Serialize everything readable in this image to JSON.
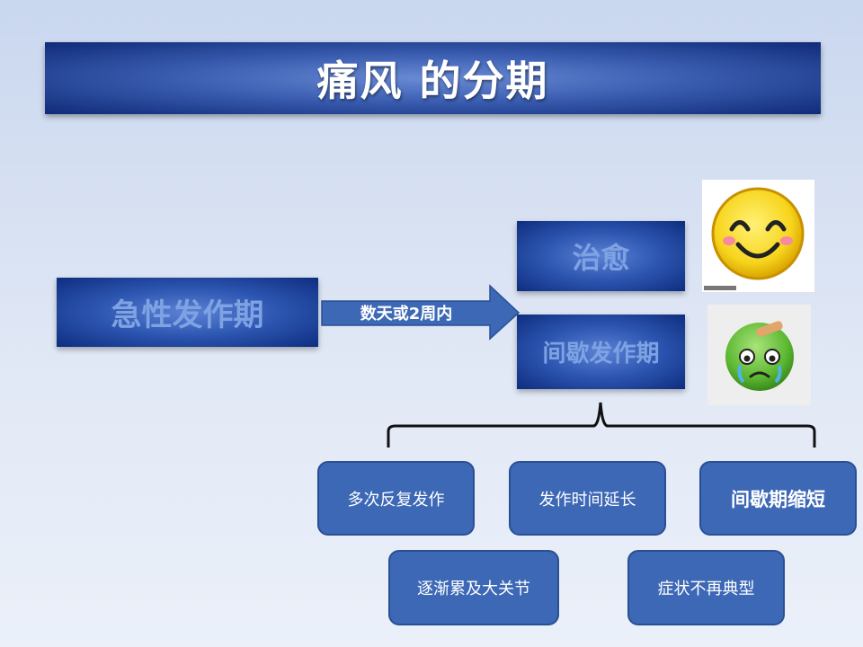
{
  "title": "痛风 的分期",
  "stages": {
    "acute": "急性发作期",
    "cure": "治愈",
    "intermittent": "间歇发作期"
  },
  "arrow_label": "数天或2周内",
  "outcomes": {
    "b1": "多次反复发作",
    "b2": "发作时间延长",
    "b3": "间歇期缩短",
    "b4": "逐渐累及大关节",
    "b5": "症状不再典型"
  },
  "icons": {
    "happy": "smiling-face-icon",
    "sad": "crying-sick-face-icon"
  },
  "colors": {
    "title_bg": "#0f2a78",
    "stage_text": "#7fa2e3",
    "bubble_bg": "#3d68b6"
  }
}
